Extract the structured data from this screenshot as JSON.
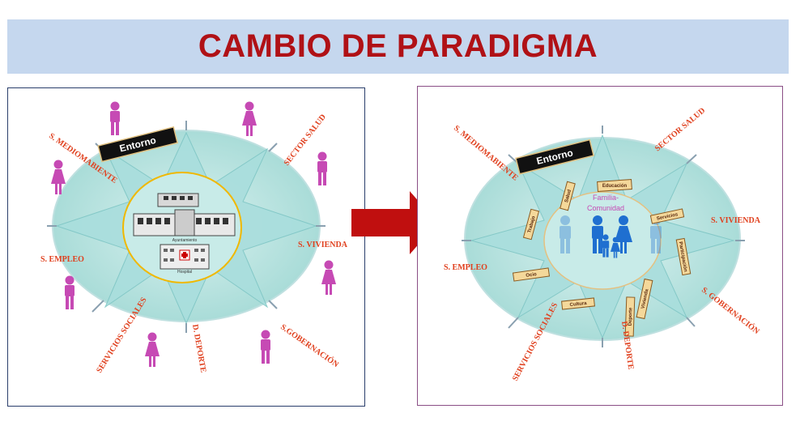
{
  "title": "CAMBIO DE PARADIGMA",
  "colors": {
    "title_text": "#b01116",
    "title_bar": "#c5d7ee",
    "label": "#e0401e",
    "arrow": "#c00f0f",
    "person_pink": "#c64ab4",
    "person_blue": "#1f6fd0"
  },
  "left_diagram": {
    "entorno": "Entorno",
    "building_label": "Ayuntamiento",
    "hospital_label": "Hospital",
    "sectors": {
      "mediomabiente": "S. MEDIOMABIENTE",
      "salud": "SECTOR SALUD",
      "vivienda": "S. VIVIENDA",
      "empleo": "S. EMPLEO",
      "sociales": "SERVICIOS SOCIALES",
      "deporte": "D. DEPORTE",
      "gobernacion": "S.GOBERNACIÓN"
    }
  },
  "right_diagram": {
    "entorno": "Entorno",
    "center_label_1": "Familia-",
    "center_label_2": "Comunidad",
    "tags": [
      "Educación",
      "Salud",
      "Trabajo",
      "Servicios",
      "Ocio",
      "Cultura",
      "Participación",
      "Vivienda",
      "Deporte"
    ],
    "sectors": {
      "mediomabiente": "S. MEDIOMABIENTE",
      "salud": "SECTOR SALUD",
      "vivienda": "S. VIVIENDA",
      "empleo": "S. EMPLEO",
      "sociales": "SERVICIOS SOCIALES",
      "deporte": "D. DEPORTE",
      "gobernacion": "S. GOBERNACIÓN"
    }
  },
  "arrow_icon": "right-arrow-icon"
}
